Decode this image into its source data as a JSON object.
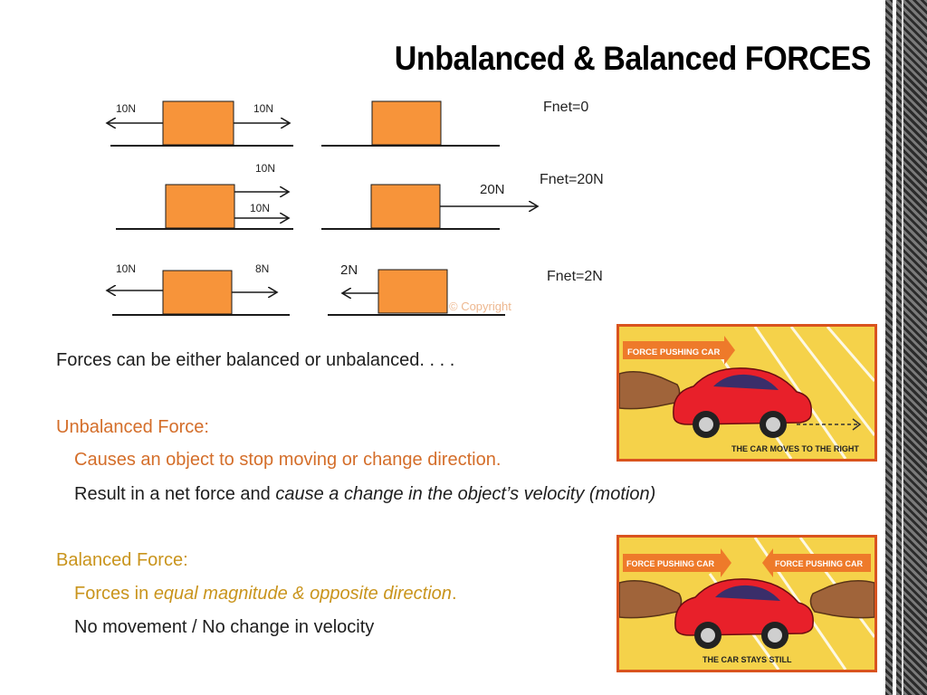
{
  "slide": {
    "title": "Unbalanced & Balanced FORCES"
  },
  "diagram": {
    "row1": {
      "left_label": "10N",
      "right_label": "10N",
      "fnet": "Fnet=0"
    },
    "row2": {
      "top_label": "10N",
      "bottom_label": "10N",
      "result_label": "20N",
      "fnet": "Fnet=20N"
    },
    "row3": {
      "left_label": "10N",
      "right_label": "8N",
      "result_label": "2N",
      "fnet": "Fnet=2N"
    },
    "watermark": "© Copyright",
    "block_color": "#f7943a",
    "line_color": "#1a1a1a"
  },
  "content": {
    "intro": "Forces can be either balanced or unbalanced. . . .",
    "unbalanced_heading": "Unbalanced Force:",
    "unbalanced_point1": "Causes an object to stop moving or change direction.",
    "unbalanced_point2_plain": "Result in a net force and ",
    "unbalanced_point2_italic": "cause a change in the object’s velocity (motion)",
    "balanced_heading": "Balanced Force:",
    "balanced_point1_plain": "Forces in ",
    "balanced_point1_italic": "equal magnitude & opposite direction",
    "balanced_point1_end": ".",
    "balanced_point2": "No movement / No change in velocity"
  },
  "cards": {
    "unbalanced": {
      "banner": "FORCE PUSHING CAR",
      "caption": "THE CAR MOVES TO THE RIGHT"
    },
    "balanced": {
      "banner_left": "FORCE PUSHING CAR",
      "banner_right": "FORCE PUSHING CAR",
      "caption": "THE CAR STAYS STILL"
    },
    "colors": {
      "card_bg": "#f5d24a",
      "banner": "#ee7a2a",
      "car": "#e8202a",
      "border": "#d9531e"
    }
  }
}
